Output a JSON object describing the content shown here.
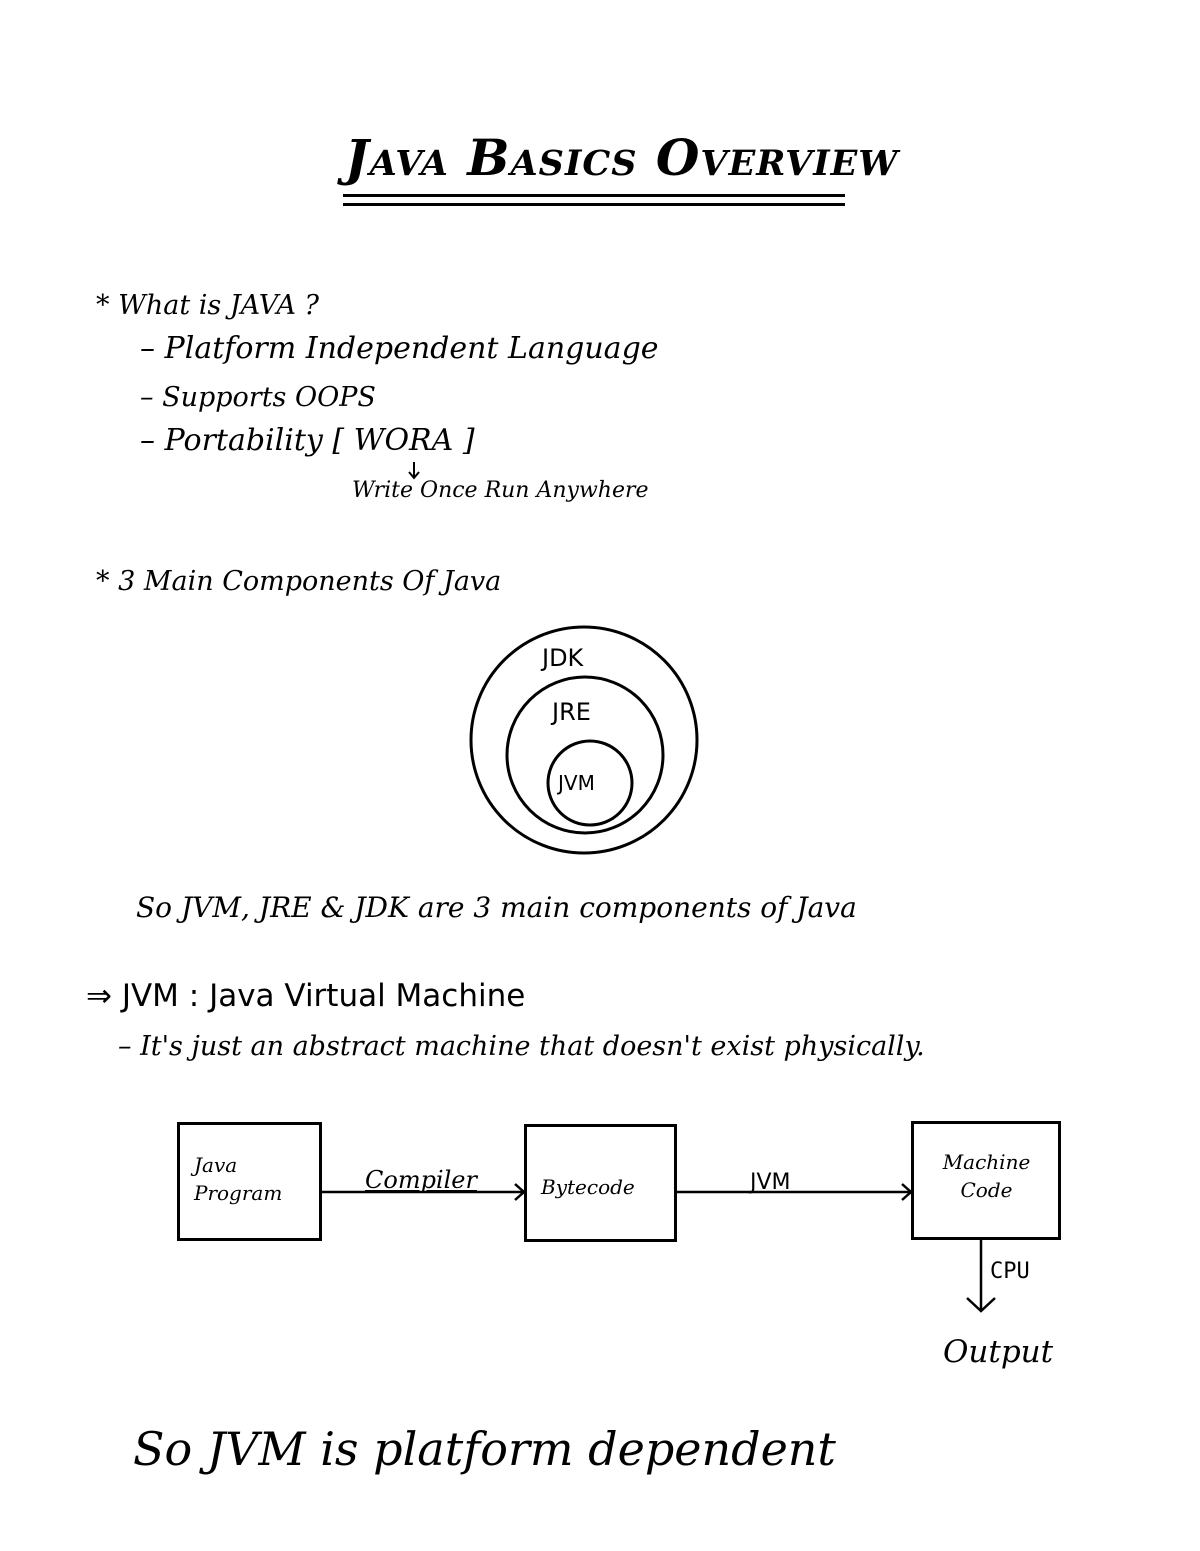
{
  "title": "Java Basics Overview",
  "section_what": {
    "heading": "* What is JAVA ?",
    "bullets": [
      "– Platform Independent Language",
      "– Supports OOPS",
      "– Portability [ WORA ]"
    ],
    "wora_expansion": "Write Once Run Anywhere"
  },
  "section_components": {
    "heading": "* 3 Main Components Of Java",
    "circles": [
      "JDK",
      "JRE",
      "JVM"
    ],
    "summary": "So JVM, JRE & JDK are 3 main components of Java"
  },
  "section_jvm": {
    "heading": "⇒ JVM : Java Virtual Machine",
    "description": "– It's just an abstract machine that doesn't exist physically."
  },
  "flow": {
    "boxes": [
      {
        "line1": "Java",
        "line2": "Program"
      },
      {
        "line1": "Bytecode"
      },
      {
        "line1": "Machine",
        "line2": "Code"
      }
    ],
    "arrow1_label": "Compiler",
    "arrow2_label": "JVM",
    "arrow3_label": "CPU",
    "output_label": "Output"
  },
  "conclusion": "So JVM is platform dependent"
}
